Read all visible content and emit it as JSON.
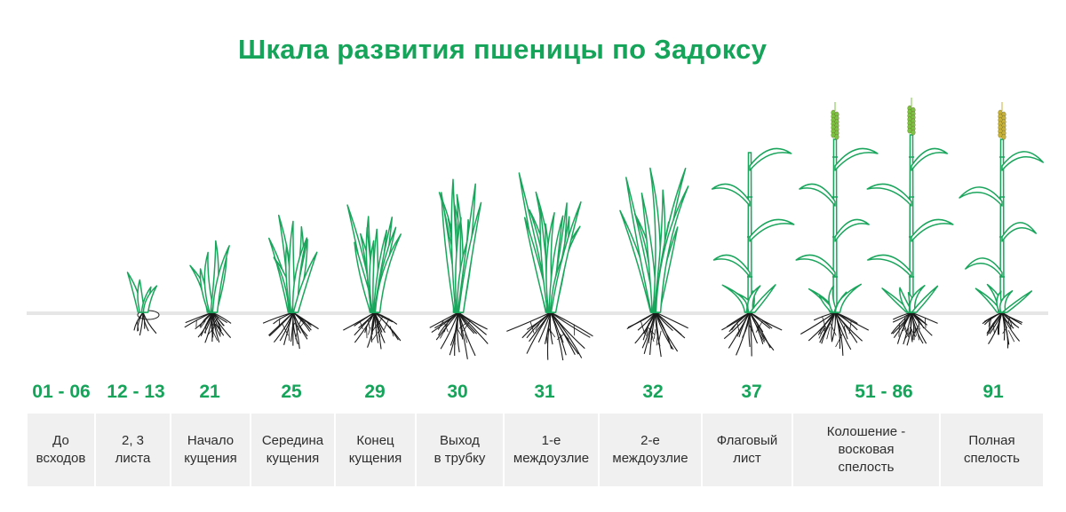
{
  "title": "Шкала развития пшеницы по Задоксу",
  "colors": {
    "accent": "#15a45a",
    "leaf_stroke": "#1aa55c",
    "root": "#1a1a1a",
    "ground": "#e6e6e6",
    "label_bg": "#f0f0f0",
    "ear_green": "#7cc243",
    "ear_yellow": "#c9b23a"
  },
  "stages": [
    {
      "code": "01 - 06",
      "label": "До\nвсходов"
    },
    {
      "code": "12 - 13",
      "label": "2, 3\nлиста"
    },
    {
      "code": "21",
      "label": "Начало\nкущения"
    },
    {
      "code": "25",
      "label": "Середина\nкущения"
    },
    {
      "code": "29",
      "label": "Конец\nкущения"
    },
    {
      "code": "30",
      "label": "Выход\nв трубку"
    },
    {
      "code": "31",
      "label": "1-е\nмеждоузлие"
    },
    {
      "code": "32",
      "label": "2-е\nмеждоузлие"
    },
    {
      "code": "37",
      "label": "Флаговый\nлист"
    },
    {
      "code": "51 - 86",
      "label": "Колошение -\nвосковая\nспелость"
    },
    {
      "code": "91",
      "label": "Полная\nспелость"
    }
  ]
}
